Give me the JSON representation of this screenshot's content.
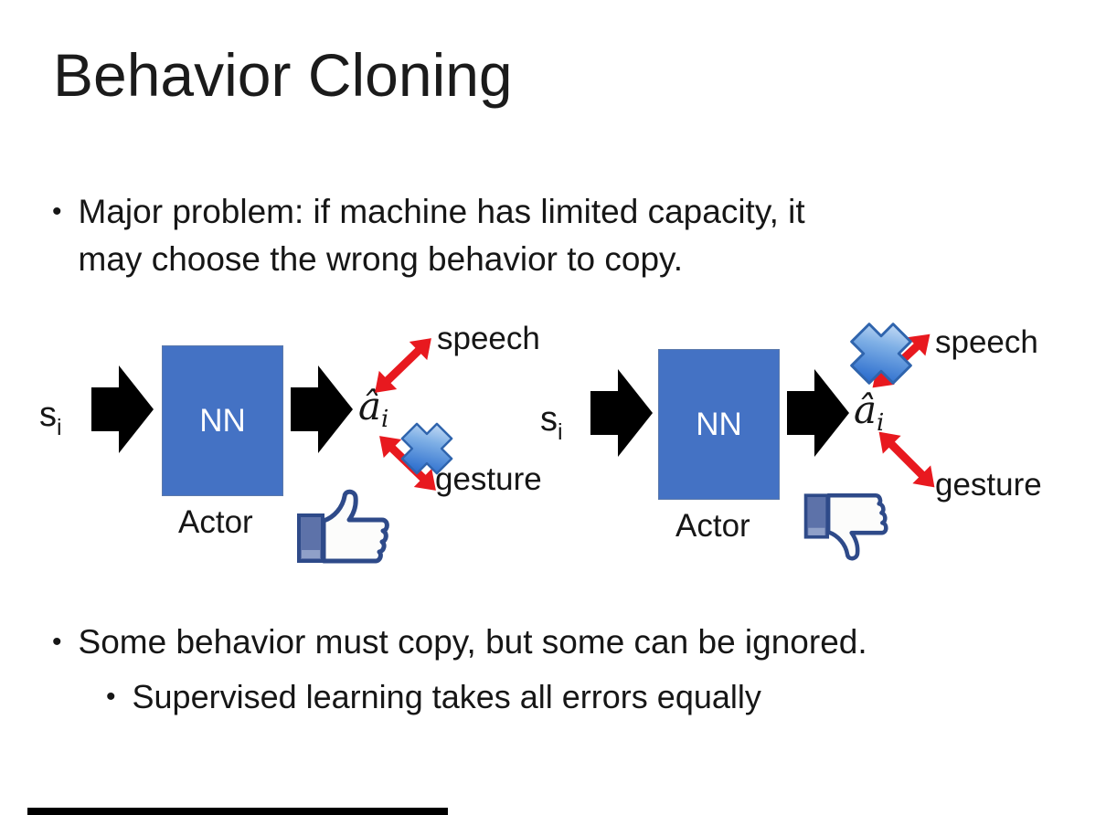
{
  "title": "Behavior Cloning",
  "bullet_marker": "•",
  "bullets": {
    "major_problem_line1": "Major problem: if machine has limited capacity, it",
    "major_problem_line2": "may choose the wrong behavior to copy.",
    "some_behavior": "Some behavior must copy, but some can be ignored.",
    "supervised": "Supervised learning takes all errors equally"
  },
  "diagrams": {
    "left": {
      "input": "s",
      "input_sub": "i",
      "box_label": "NN",
      "output": "â",
      "output_sub": "i",
      "role_label": "Actor",
      "speech_label": "speech",
      "gesture_label": "gesture",
      "crossed_out": "gesture",
      "feedback_icon": "thumbs-up-icon"
    },
    "right": {
      "input": "s",
      "input_sub": "i",
      "box_label": "NN",
      "output": "â",
      "output_sub": "i",
      "role_label": "Actor",
      "speech_label": "speech",
      "gesture_label": "gesture",
      "crossed_out": "speech",
      "feedback_icon": "thumbs-down-icon"
    }
  },
  "colors": {
    "nn_box_blue": "#4472c4",
    "block_arrow_black": "#000000",
    "double_arrow_red": "#e8191f",
    "cross_blue": "#3e7cd2",
    "thumb_navy": "#2e4a89",
    "bottom_bar": "#000000"
  }
}
